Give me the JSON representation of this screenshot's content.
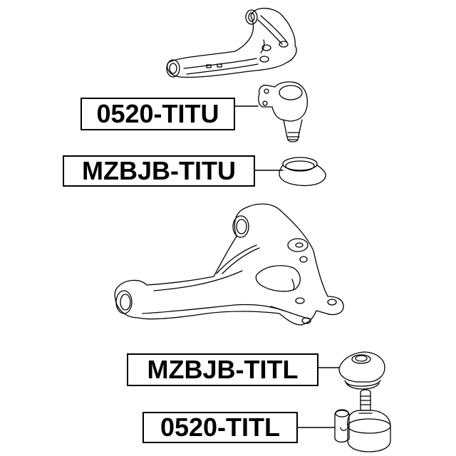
{
  "diagram": {
    "type": "exploded suspension parts diagram",
    "parts": [
      {
        "id": "upper-control-arm",
        "label": null
      },
      {
        "id": "upper-ball-joint",
        "label": "0520-TITU",
        "callout_color": "#000000"
      },
      {
        "id": "upper-ball-joint-boot",
        "label": "MZBJB-TITU",
        "callout_color": "#000000"
      },
      {
        "id": "lower-control-arm",
        "label": null
      },
      {
        "id": "lower-ball-joint-boot",
        "label": "MZBJB-TITL",
        "callout_color": "#000000"
      },
      {
        "id": "lower-ball-joint",
        "label": "0520-TITL",
        "callout_color": "#000000"
      }
    ]
  },
  "labels": {
    "upper_ball_joint": "0520-TITU",
    "upper_boot": "MZBJB-TITU",
    "lower_boot": "MZBJB-TITL",
    "lower_ball_joint": "0520-TITL"
  }
}
